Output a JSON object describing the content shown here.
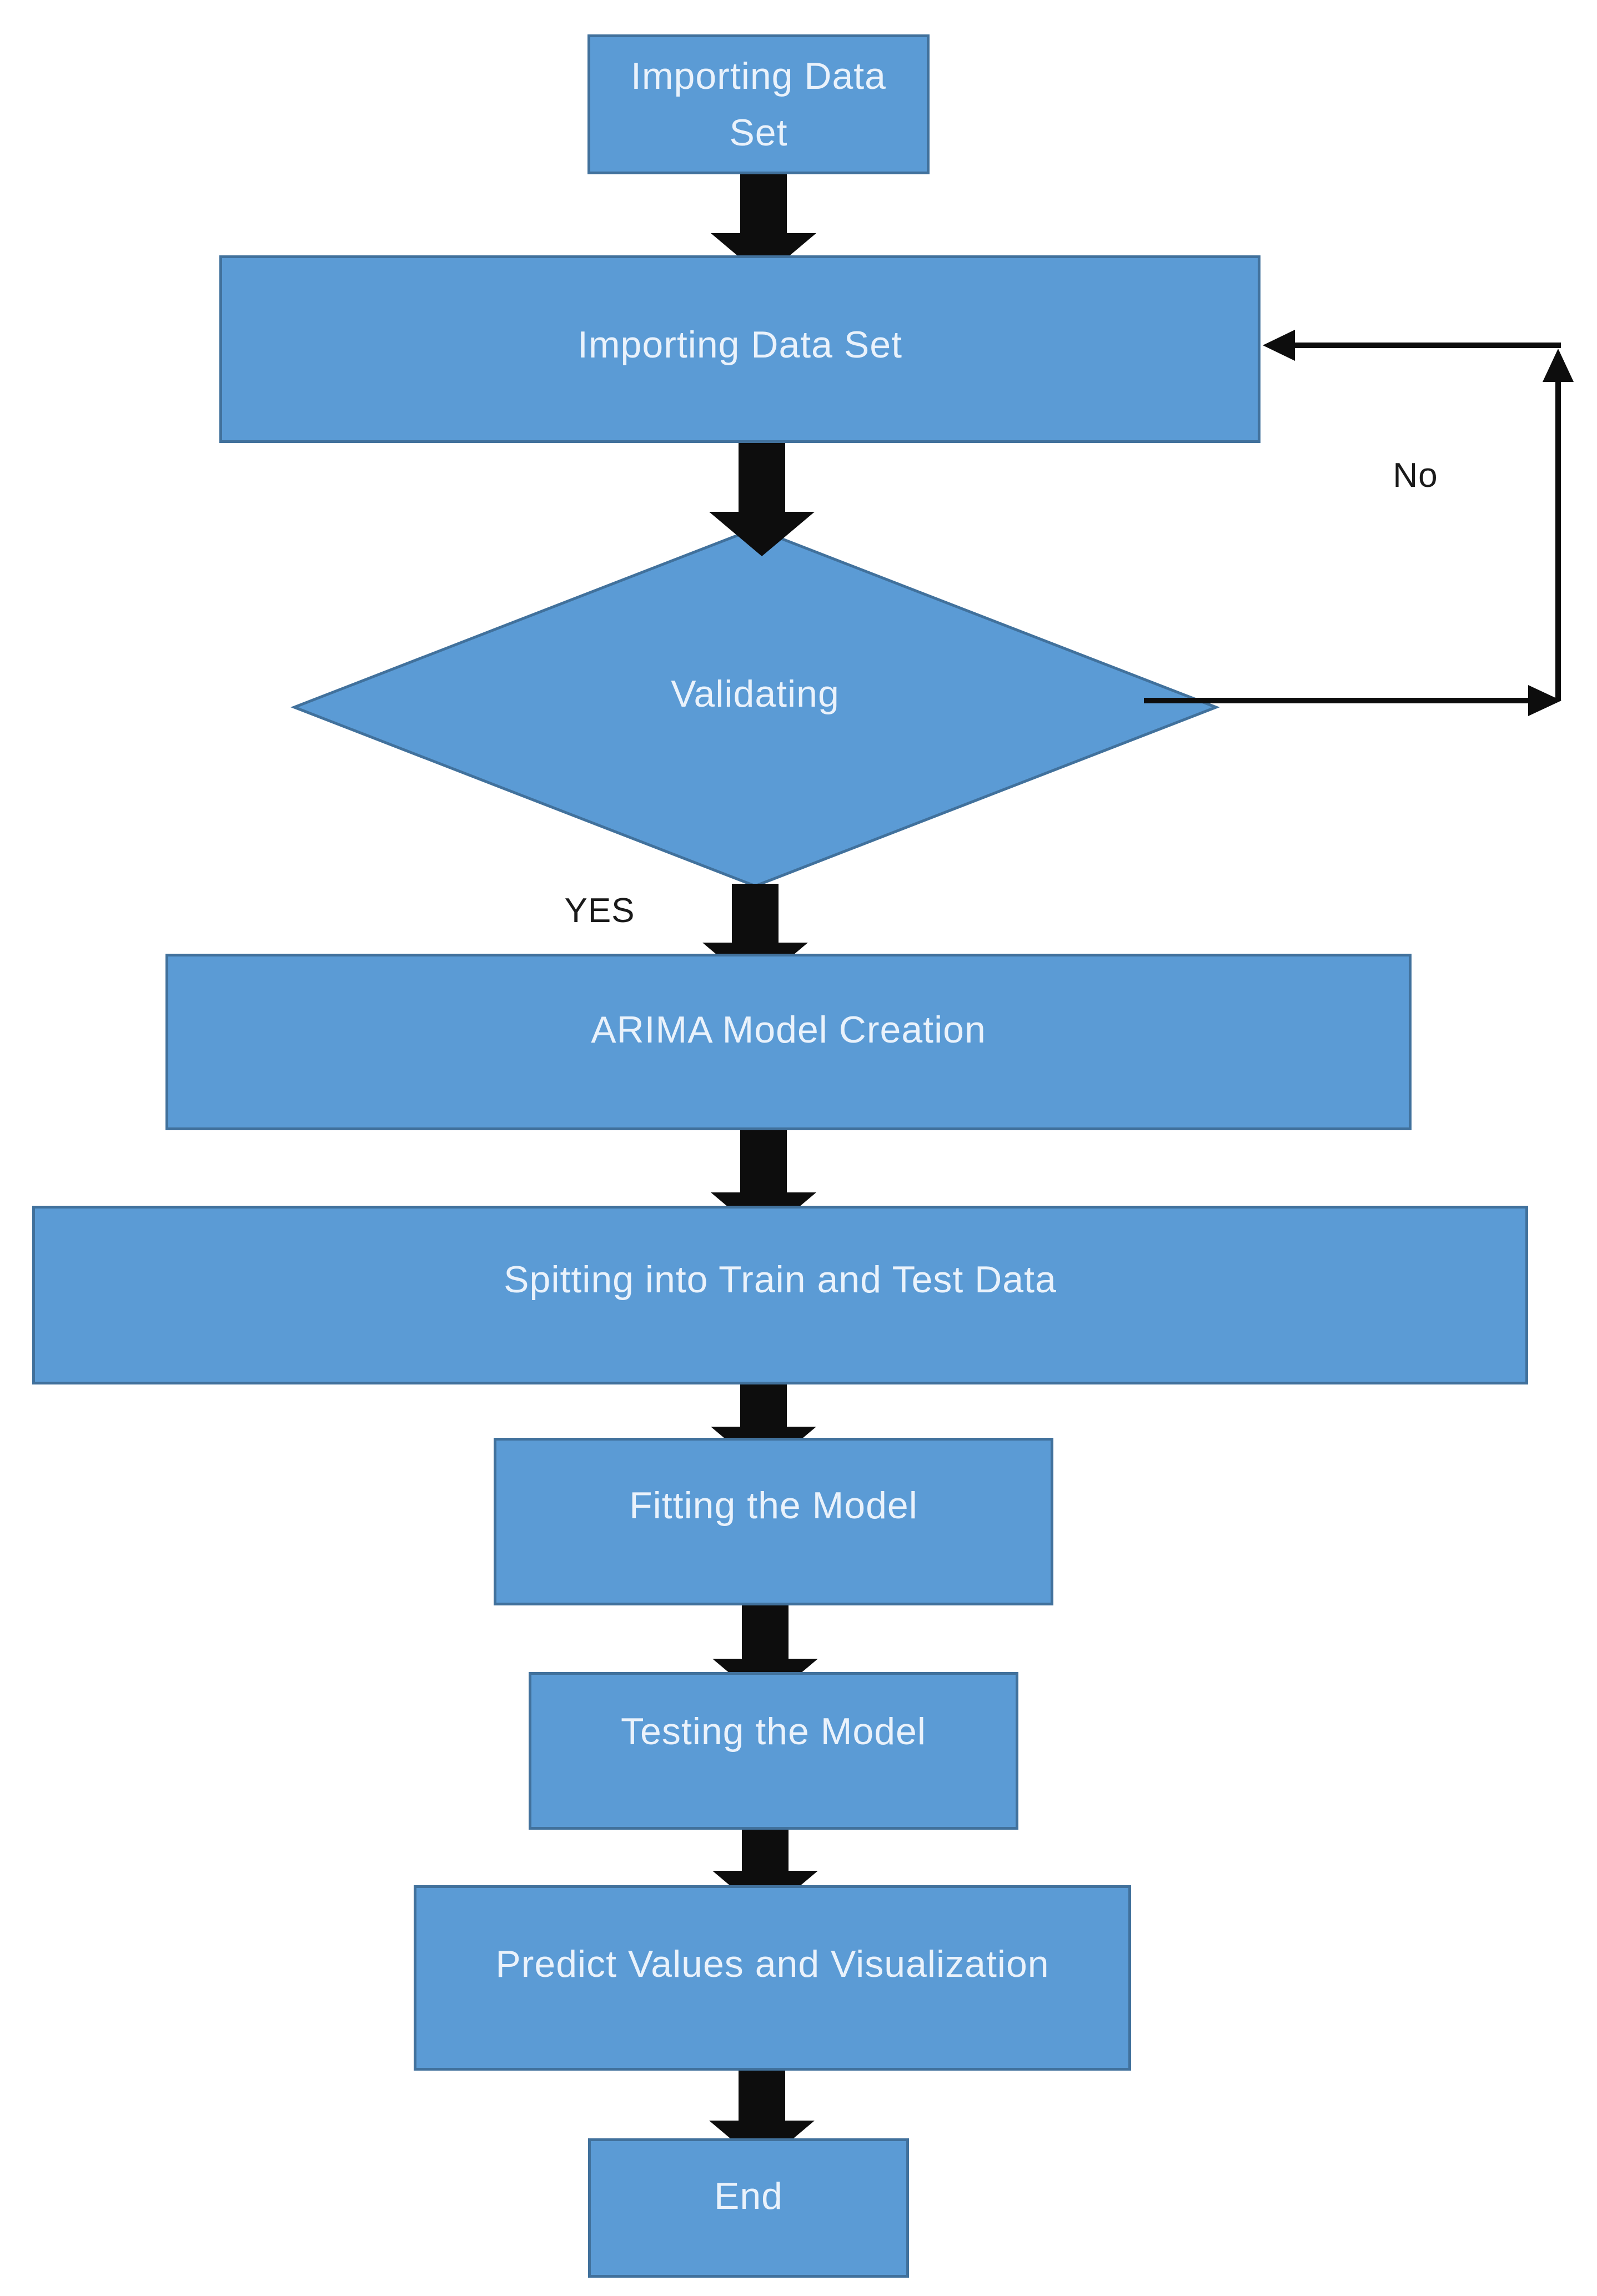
{
  "flowchart": {
    "colors": {
      "canvas_bg": "#ffffff",
      "node_fill": "#5b9bd5",
      "node_border": "#41719c",
      "node_text": "#eaf2fb",
      "arrow_color": "#0d0d0d",
      "edge_label_color": "#1a1a1a"
    },
    "nodes": {
      "start": {
        "type": "process",
        "label": "Importing Data\nSet"
      },
      "import": {
        "type": "process",
        "label": "Importing Data Set"
      },
      "validate": {
        "type": "decision",
        "label": "Validating"
      },
      "arima": {
        "type": "process",
        "label": "ARIMA Model Creation"
      },
      "split": {
        "type": "process",
        "label": "Spitting into Train and Test Data"
      },
      "fit": {
        "type": "process",
        "label": "Fitting the Model"
      },
      "test": {
        "type": "process",
        "label": "Testing the Model"
      },
      "predict": {
        "type": "process",
        "label": "Predict Values and Visualization"
      },
      "end": {
        "type": "process",
        "label": "End"
      }
    },
    "edge_labels": {
      "yes": "YES",
      "no": "No"
    }
  }
}
